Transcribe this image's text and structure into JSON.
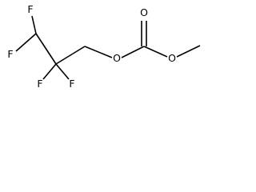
{
  "structure": {
    "atoms": {
      "f_top": "F",
      "f_left": "F",
      "f_bottom_left": "F",
      "f_bottom_right": "F",
      "o_ester": "O",
      "o_carbonyl": "O",
      "o_methoxy": "O"
    }
  }
}
